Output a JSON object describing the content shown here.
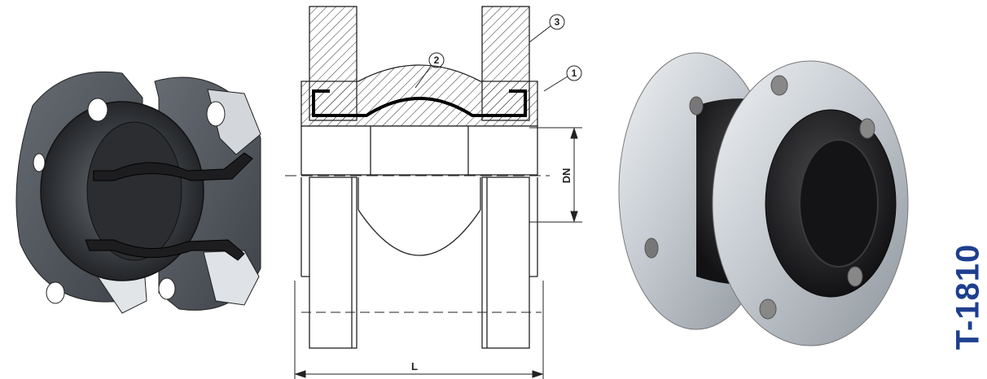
{
  "model_code": "T-1810",
  "colors": {
    "model_code": "#1e3f8f",
    "rubber": "#2a2a2a",
    "flange_dark": "#555b62",
    "flange_light": "#c9ced4",
    "line": "#222222"
  },
  "drawing": {
    "dimension_length": "L",
    "dimension_nominal_diameter": "DN",
    "callouts": [
      {
        "number": "1"
      },
      {
        "number": "2"
      },
      {
        "number": "3"
      }
    ]
  }
}
